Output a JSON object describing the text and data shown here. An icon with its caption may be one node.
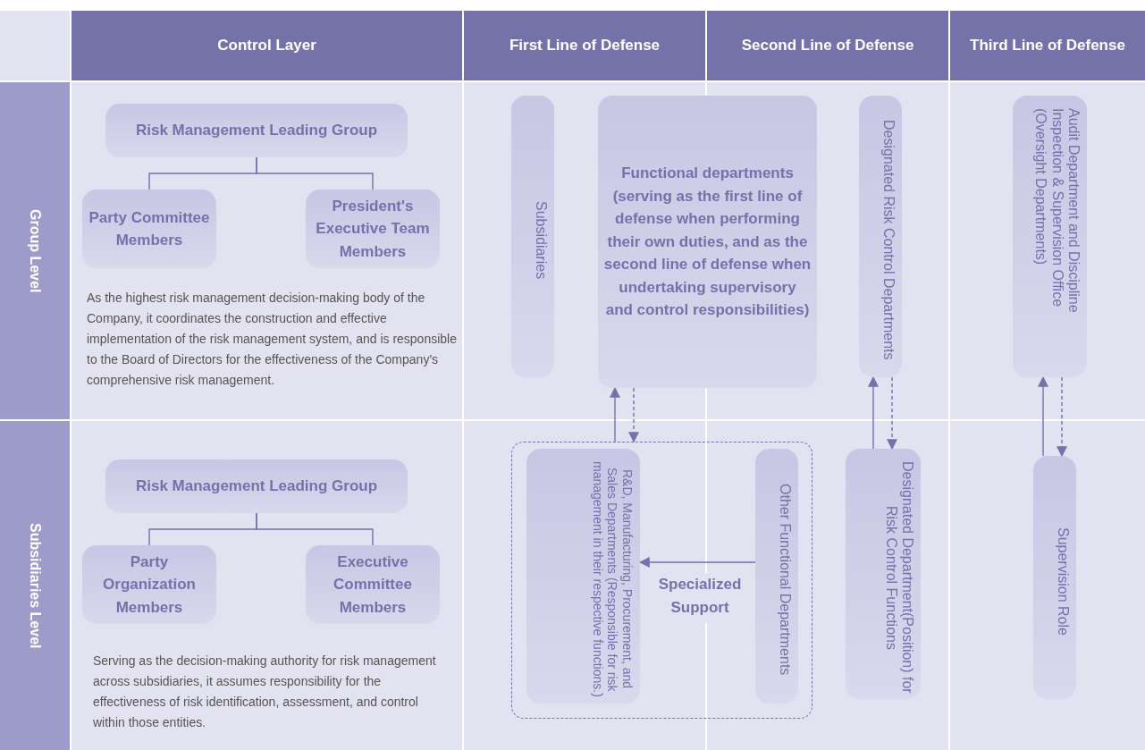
{
  "diagram": {
    "nodes": [
      {
        "text": [
          "Risk Management Leading Group"
        ]
      },
      {
        "text": [
          "Party Committee Members"
        ]
      },
      {
        "text": [
          "President's Executive Team Members"
        ]
      },
      {
        "text": [
          "Subsidiaries"
        ]
      },
      {
        "text": [
          "Functional departments (serving as the first line of defense when performing their own duties, and as the second line of defense when undertaking supervisory and control responsibilities)"
        ]
      },
      {
        "text": [
          "Designated Risk Control Departments"
        ]
      },
      {
        "text": [
          "Audit Department and Discipline Inspection & Supervision Office (Oversight Departments)"
        ]
      },
      {
        "text": [
          "Risk Management Leading Group"
        ]
      },
      {
        "text": [
          "Party Organization Members"
        ]
      },
      {
        "text": [
          "Executive Committee Members"
        ]
      },
      {
        "text": [],
        "shape": "box"
      },
      {
        "text": [
          "R&D, Manufacturing, Procurement, and Sales Departments (Responsible for risk management in their respective functions.)"
        ],
        "in": 10
      },
      {
        "text": [
          "Other Functional Departments"
        ],
        "in": 10
      },
      {
        "text": [
          "Designated Department(Position) for Risk Control Functions"
        ]
      },
      {
        "text": [
          "Supervision Role"
        ]
      }
    ],
    "edges": [
      {
        "from": 0,
        "to": 1,
        "arrow": "none"
      },
      {
        "from": 0,
        "to": 2,
        "arrow": "none"
      },
      {
        "from": 10,
        "to": 4,
        "arrow": "to"
      },
      {
        "from": 4,
        "to": 10,
        "arrow": "to",
        "style": "dashed"
      },
      {
        "from": 13,
        "to": 5,
        "arrow": "to"
      },
      {
        "from": 5,
        "to": 13,
        "arrow": "to",
        "style": "dashed"
      },
      {
        "from": 14,
        "to": 6,
        "arrow": "to"
      },
      {
        "from": 6,
        "to": 14,
        "arrow": "to",
        "style": "dashed"
      },
      {
        "from": 7,
        "to": 8,
        "arrow": "none"
      },
      {
        "from": 7,
        "to": 9,
        "arrow": "none"
      },
      {
        "from": 12,
        "to": 11,
        "arrow": "to",
        "label": "Specialized Support"
      }
    ],
    "labels": [
      "Control Layer",
      "First Line of Defense",
      "Second Line of Defense",
      "Third Line of Defense",
      "Group Level",
      "As the highest risk management decision-making body of the Company, it coordinates the construction and effective implementation of the risk management system, and is responsible to the Board of Directors for the effectiveness of the Company's comprehensive risk management.",
      "Subsidiaries Level",
      "Serving as the decision-making authority for risk management across subsidiaries, it assumes responsibility for the effectiveness of risk identification, assessment, and control within those entities."
    ]
  }
}
